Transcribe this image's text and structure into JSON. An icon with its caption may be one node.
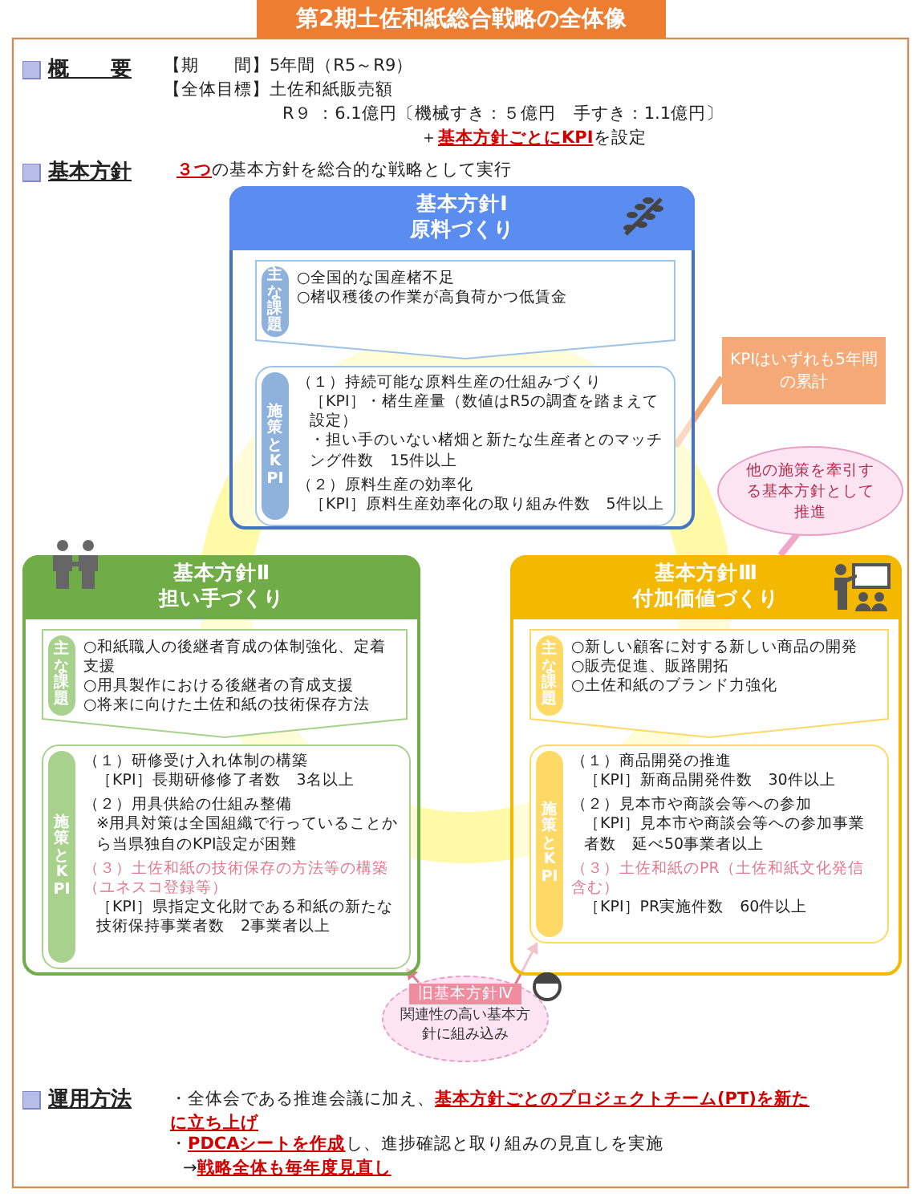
{
  "diagram": {
    "title": "第2期土佐和紙総合戦略の全体像",
    "nodes": [
      {
        "text": [
          "基本方針Ⅰ",
          "原料づくり"
        ]
      },
      {
        "text": [
          "主な課題",
          "○全国的な国産楮不足",
          "○楮収穫後の作業が高負荷かつ低賃金"
        ],
        "in": 0
      },
      {
        "text": [
          "施策とKPI",
          "（１）持続可能な原料生産の仕組みづくり",
          "［KPI］・楮生産量（数値はR5の調査を踏まえて設定）",
          "・担い手のいない楮畑と新たな生産者とのマッチング件数　15件以上",
          "（２）原料生産の効率化",
          "［KPI］原料生産効率化の取り組み件数　5件以上"
        ],
        "in": 0
      },
      {
        "text": [
          "KPIはいずれも5年間の累計"
        ]
      },
      {
        "text": [
          "他の施策を牽引する基本方針として推進"
        ]
      },
      {
        "text": [
          "基本方針Ⅱ",
          "担い手づくり"
        ]
      },
      {
        "text": [
          "主な課題",
          "○和紙職人の後継者育成の体制強化、定着支援",
          "○用具製作における後継者の育成支援",
          "○将来に向けた土佐和紙の技術保存方法"
        ],
        "in": 5
      },
      {
        "text": [
          "施策とKPI",
          "（１）研修受け入れ体制の構築",
          "［KPI］長期研修修了者数　3名以上",
          "（２）用具供給の仕組み整備",
          "※用具対策は全国組織で行っていることから当県独自のKPI設定が困難",
          "（３）土佐和紙の技術保存の方法等の構築（ユネスコ登録等）",
          "［KPI］県指定文化財である和紙の新たな技術保持事業者数　2事業者以上"
        ],
        "in": 5
      },
      {
        "text": [
          "基本方針Ⅲ",
          "付加価値づくり"
        ]
      },
      {
        "text": [
          "主な課題",
          "○新しい顧客に対する新しい商品の開発",
          "○販売促進、販路開拓",
          "○土佐和紙のブランド力強化"
        ],
        "in": 8
      },
      {
        "text": [
          "施策とKPI",
          "（１）商品開発の推進",
          "［KPI］新商品開発件数　30件以上",
          "（２）見本市や商談会等への参加",
          "［KPI］見本市や商談会等への参加事業者数　延べ50事業者以上",
          "（３）土佐和紙のPR（土佐和紙文化発信含む）",
          "［KPI］PR実施件数　60件以上"
        ],
        "in": 8
      },
      {
        "text": [
          "旧基本方針Ⅳ",
          "関連性の高い基本方針に組み込み"
        ]
      }
    ],
    "edges": [
      {
        "from": 3,
        "to": 2,
        "arrow": "none",
        "style": "thick",
        "color": "#f4a977"
      },
      {
        "from": 4,
        "to": 8,
        "arrow": "none",
        "style": "thick",
        "color": "#f0a8c8"
      },
      {
        "from": 11,
        "to": 7,
        "arrow": "to",
        "color": "#e07a8f"
      },
      {
        "from": 11,
        "to": 10,
        "arrow": "to",
        "color": "#e07a8f"
      }
    ],
    "labels": [
      "概　　要",
      "【期　　間】5年間（R5～R9）",
      "【全体目標】土佐和紙販売額",
      "R９ ：6.1億円〔機械すき：５億円　手すき：1.1億円〕",
      "＋**基本方針ごとにKPI**を設定",
      "基本方針",
      "**３つ**の基本方針を総合的な戦略として実行",
      "運用方法",
      "・全体会である推進会議に加え、**基本方針ごとのプロジェクトチーム(PT)を新たに立ち上げ**",
      "・**PDCAシートを作成**し、進捗確認と取り組みの見直しを実施",
      "→**戦略全体も毎年度見直し**"
    ]
  }
}
